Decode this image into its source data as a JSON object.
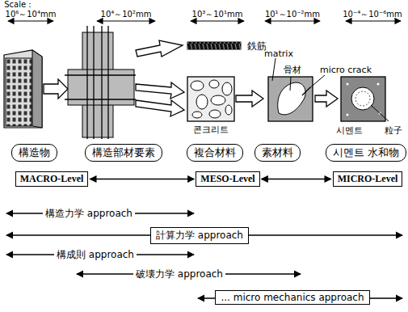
{
  "diagram": {
    "nodes": [
      {
        "text": [
          "構造物"
        ]
      },
      {
        "text": [
          "構造部材要素"
        ]
      },
      {
        "text": [
          "複合材料"
        ]
      },
      {
        "text": [
          "素材料"
        ]
      },
      {
        "text": [
          "시멘트 水和物"
        ]
      },
      {
        "text": [
          "MACRO-Level"
        ]
      },
      {
        "text": [
          "MESO-Level"
        ]
      },
      {
        "text": [
          "MICRO-Level"
        ]
      },
      {
        "text": [
          "計算力学 approach"
        ]
      },
      {
        "text": [
          "... micro mechanics approach"
        ]
      }
    ],
    "edges": [
      {
        "from": 5,
        "to": 6,
        "arrow": "both"
      },
      {
        "from": 6,
        "to": 7,
        "arrow": "both"
      }
    ],
    "labels": [
      "Scale :",
      "10⁶～10⁴mm",
      "10⁴～10²mm",
      "10³～10¹mm",
      "10¹～10⁻²mm",
      "10⁻⁴～10⁻⁶mm",
      "鉄筋",
      "matrix",
      "骨材",
      "micro crack",
      "콘크리트",
      "시멘트",
      "粒子",
      "構造力学 approach",
      "構成則 approach",
      "破壊力学 approach"
    ]
  }
}
